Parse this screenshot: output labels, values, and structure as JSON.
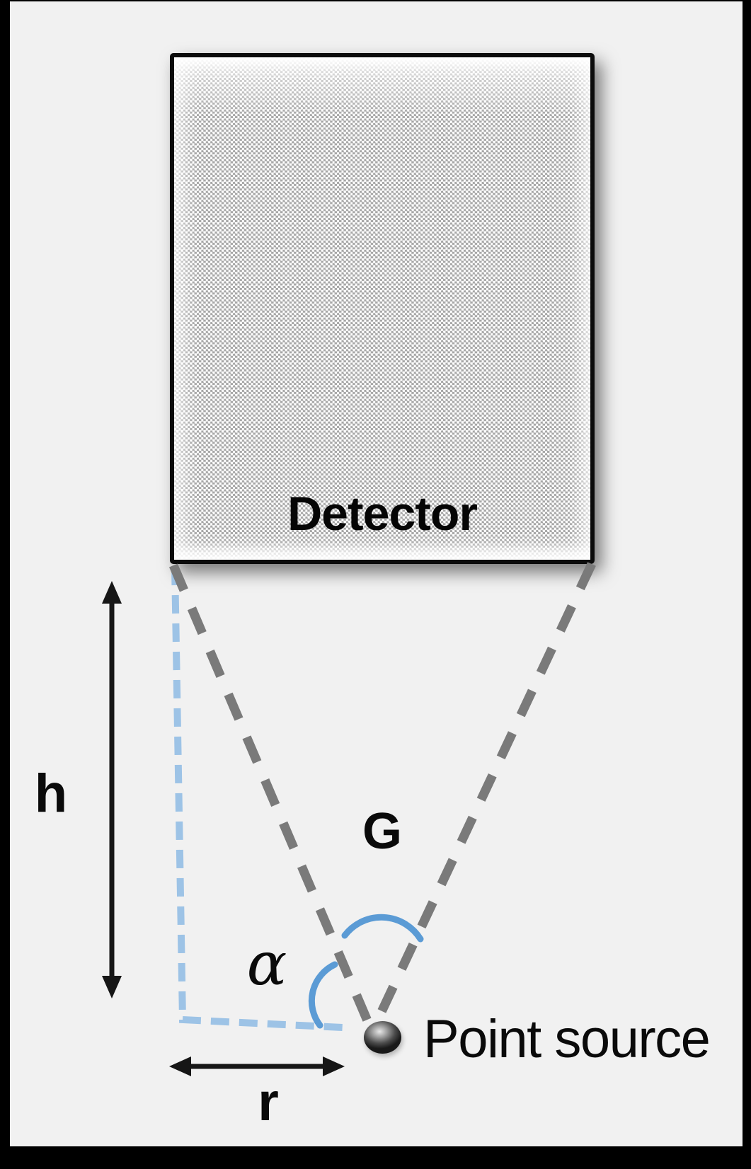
{
  "figure": {
    "type": "detector-solid-angle-diagram",
    "detector": {
      "label": "Detector"
    },
    "labels": {
      "height": "h",
      "radius": "r",
      "solid_angle": "G",
      "alpha": "α",
      "point_source": "Point source"
    },
    "colors": {
      "background": "#f1f1f1",
      "frame": "#000000",
      "detector_border": "#0b0b0b",
      "detector_checker_gray": "#a7a7a7",
      "cone_edge_gray": "#7a7a7a",
      "reference_dash_light_blue": "#9DC3E6",
      "angle_arc_blue": "#5B9BD5",
      "text": "#0a0a0a"
    }
  }
}
